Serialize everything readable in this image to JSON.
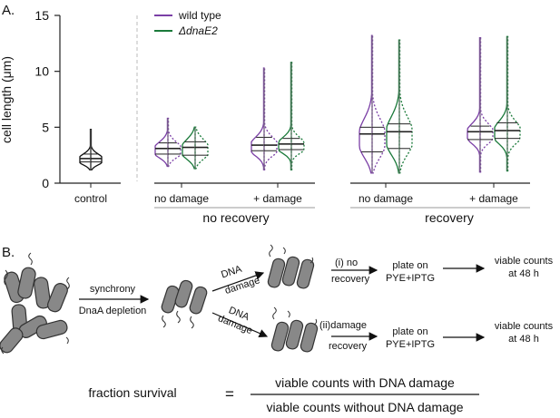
{
  "panel_a": {
    "label": "A.",
    "ylabel": "cell length (μm)",
    "legend": [
      {
        "name": "wild type",
        "color": "#7b3fa6"
      },
      {
        "name": "ΔdnaE2",
        "color": "#1a7a3a"
      }
    ],
    "conditions": [
      "control",
      "no damage",
      "+ damage",
      "no damage",
      "+ damage"
    ],
    "groups": [
      "no recovery",
      "recovery"
    ]
  },
  "chart_data": {
    "type": "violin",
    "ylabel": "cell length (μm)",
    "ylim": [
      0,
      15
    ],
    "yticks": [
      0,
      5,
      10,
      15
    ],
    "categories": [
      "control",
      "no damage",
      "+ damage",
      "no damage",
      "+ damage"
    ],
    "groups": [
      {
        "name": "no recovery",
        "categories": [
          "no damage",
          "+ damage"
        ]
      },
      {
        "name": "recovery",
        "categories": [
          "no damage",
          "+ damage"
        ]
      }
    ],
    "series": [
      {
        "name": "control",
        "color": "#111111",
        "violins": [
          {
            "category": "control",
            "min": 1.2,
            "max": 4.8,
            "q1": 1.9,
            "median": 2.2,
            "q3": 2.6
          }
        ]
      },
      {
        "name": "wild type",
        "color": "#7b3fa6",
        "violins": [
          {
            "category": "no damage",
            "group": "no recovery",
            "min": 1.5,
            "max": 5.8,
            "q1": 2.6,
            "median": 3.1,
            "q3": 3.6
          },
          {
            "category": "+ damage",
            "group": "no recovery",
            "min": 1.2,
            "max": 10.3,
            "q1": 2.9,
            "median": 3.4,
            "q3": 4.1
          },
          {
            "category": "no damage",
            "group": "recovery",
            "min": 0.9,
            "max": 13.2,
            "q1": 2.8,
            "median": 4.4,
            "q3": 5.0
          },
          {
            "category": "+ damage",
            "group": "recovery",
            "min": 1.0,
            "max": 13.0,
            "q1": 3.9,
            "median": 4.6,
            "q3": 5.1
          }
        ]
      },
      {
        "name": "ΔdnaE2",
        "color": "#1a7a3a",
        "violins": [
          {
            "category": "no damage",
            "group": "no recovery",
            "min": 1.3,
            "max": 5.0,
            "q1": 2.5,
            "median": 3.2,
            "q3": 3.7
          },
          {
            "category": "+ damage",
            "group": "no recovery",
            "min": 1.2,
            "max": 10.8,
            "q1": 3.0,
            "median": 3.5,
            "q3": 4.0
          },
          {
            "category": "no damage",
            "group": "recovery",
            "min": 0.9,
            "max": 12.8,
            "q1": 3.1,
            "median": 4.6,
            "q3": 5.3
          },
          {
            "category": "+ damage",
            "group": "recovery",
            "min": 1.1,
            "max": 13.1,
            "q1": 4.0,
            "median": 4.7,
            "q3": 5.4
          }
        ]
      }
    ]
  },
  "panel_b": {
    "label": "B.",
    "synchrony": "synchrony",
    "depletion": "DnaA depletion",
    "dna_damage_top": [
      "DNA",
      "damage"
    ],
    "dna_damage_bottom": [
      "DNA",
      "damage"
    ],
    "branch_no_recovery": [
      "(i)  no",
      "recovery"
    ],
    "branch_recovery": [
      "(ii)damage",
      "recovery"
    ],
    "plate": [
      "plate on",
      "PYE+IPTG"
    ],
    "viable": [
      "viable counts",
      "at 48 h"
    ]
  },
  "formula": {
    "lhs": "fraction survival",
    "equals": "=",
    "numerator": "viable counts with DNA damage",
    "denominator": "viable counts without DNA damage"
  }
}
